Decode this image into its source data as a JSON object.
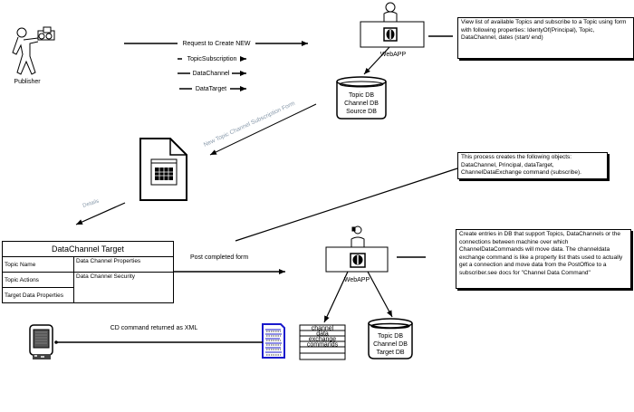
{
  "actors": {
    "publisher_label": "Publisher",
    "webapp_top_label": "WebAPP",
    "webapp_bottom_label": "WebAPP"
  },
  "arrows": {
    "request_label": "Request to Create NEW",
    "sub_items": [
      "TopicSubscription",
      "DataChannel",
      "DataTarget"
    ],
    "new_form_label": "New Topic Channel Subscription Form",
    "details_label": "Details",
    "post_label": "Post completed form",
    "cd_return_label": "CD command returned as XML"
  },
  "databases": {
    "top": [
      "Topic DB",
      "Channel DB",
      "Source DB"
    ],
    "bottom": [
      "Topic DB",
      "Channel DB",
      "Target DB"
    ]
  },
  "notes": {
    "view_topics": "View list of available Topics and subscribe to a Topic using form with following properties: IdentyOf(Principal), Topic, DataChannel, dates (start/ end)",
    "process_creates": "This process creates the following objects: DataChannel, Principal, dataTarget, ChannelDataExchange command (subscribe).",
    "create_entries": "Create entries in DB that support Topics, DataChannels or the connections between machine over which ChannelDataCommands will move data. The channeldata exchange command is like a property list thats used to actually get a connection and move data from the PostOffice to a subscriber.see docs for \"Channel Data Command\""
  },
  "datachannel_target": {
    "title": "DataChannel Target",
    "left_rows": [
      "Topic Name",
      "Topic Actions",
      "Target Data Properties"
    ],
    "right_rows": [
      "Data Channel Properties",
      "Data Channel Security"
    ]
  },
  "command_list": {
    "lines": [
      "channel",
      "data",
      "exchange",
      "commands"
    ]
  },
  "colors": {
    "xml_doc_blue": "#1a1acc",
    "form_label_gray": "#8899aa"
  }
}
